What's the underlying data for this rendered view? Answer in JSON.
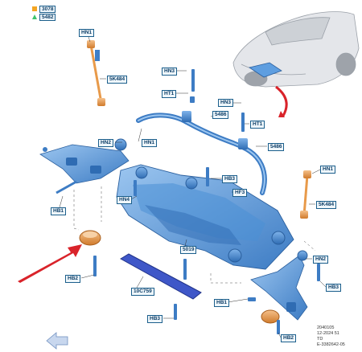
{
  "legend": [
    {
      "label": "3078",
      "chip_color": "#f4a623",
      "chip_shape": "square"
    },
    {
      "label": "5482",
      "chip_color": "#3cc46a",
      "chip_shape": "triangle"
    }
  ],
  "callouts": {
    "hn1_top": "HN1",
    "5k484_left": "5K484",
    "hn3_top": "HN3",
    "ht1_top": "HT1",
    "hn3_right": "HN3",
    "5486_top": "5486",
    "ht1_right": "HT1",
    "5486_right": "5486",
    "hn2_left": "HN2",
    "hn1_mid": "HN1",
    "hn1_right": "HN1",
    "5k484_right": "5K484",
    "hf3": "HF3",
    "hn4": "HN4",
    "hb3": "HB3",
    "hb1_left": "HB1",
    "5019": "5019",
    "10c759": "10C759",
    "hb2_left": "HB2",
    "hn2_right": "HN2",
    "hb3_right": "HB3",
    "hb1_bottom": "HB1",
    "hb3_bottom": "HB3",
    "hb2_bottom": "HB2"
  },
  "references": [
    "2040105",
    "12-2024 51",
    "TD",
    "E-3382642-05"
  ],
  "colors": {
    "part_blue": "#4b8fd6",
    "part_blue_dark": "#2a5f9e",
    "bushing_orange": "#e89a4a",
    "arrow_red": "#d9232a",
    "car_grey": "#b8bcc2",
    "label_border": "#1c5f8c"
  },
  "icons": [
    "car-icon",
    "red-arrow-icon",
    "view-direction-arrow-icon"
  ]
}
